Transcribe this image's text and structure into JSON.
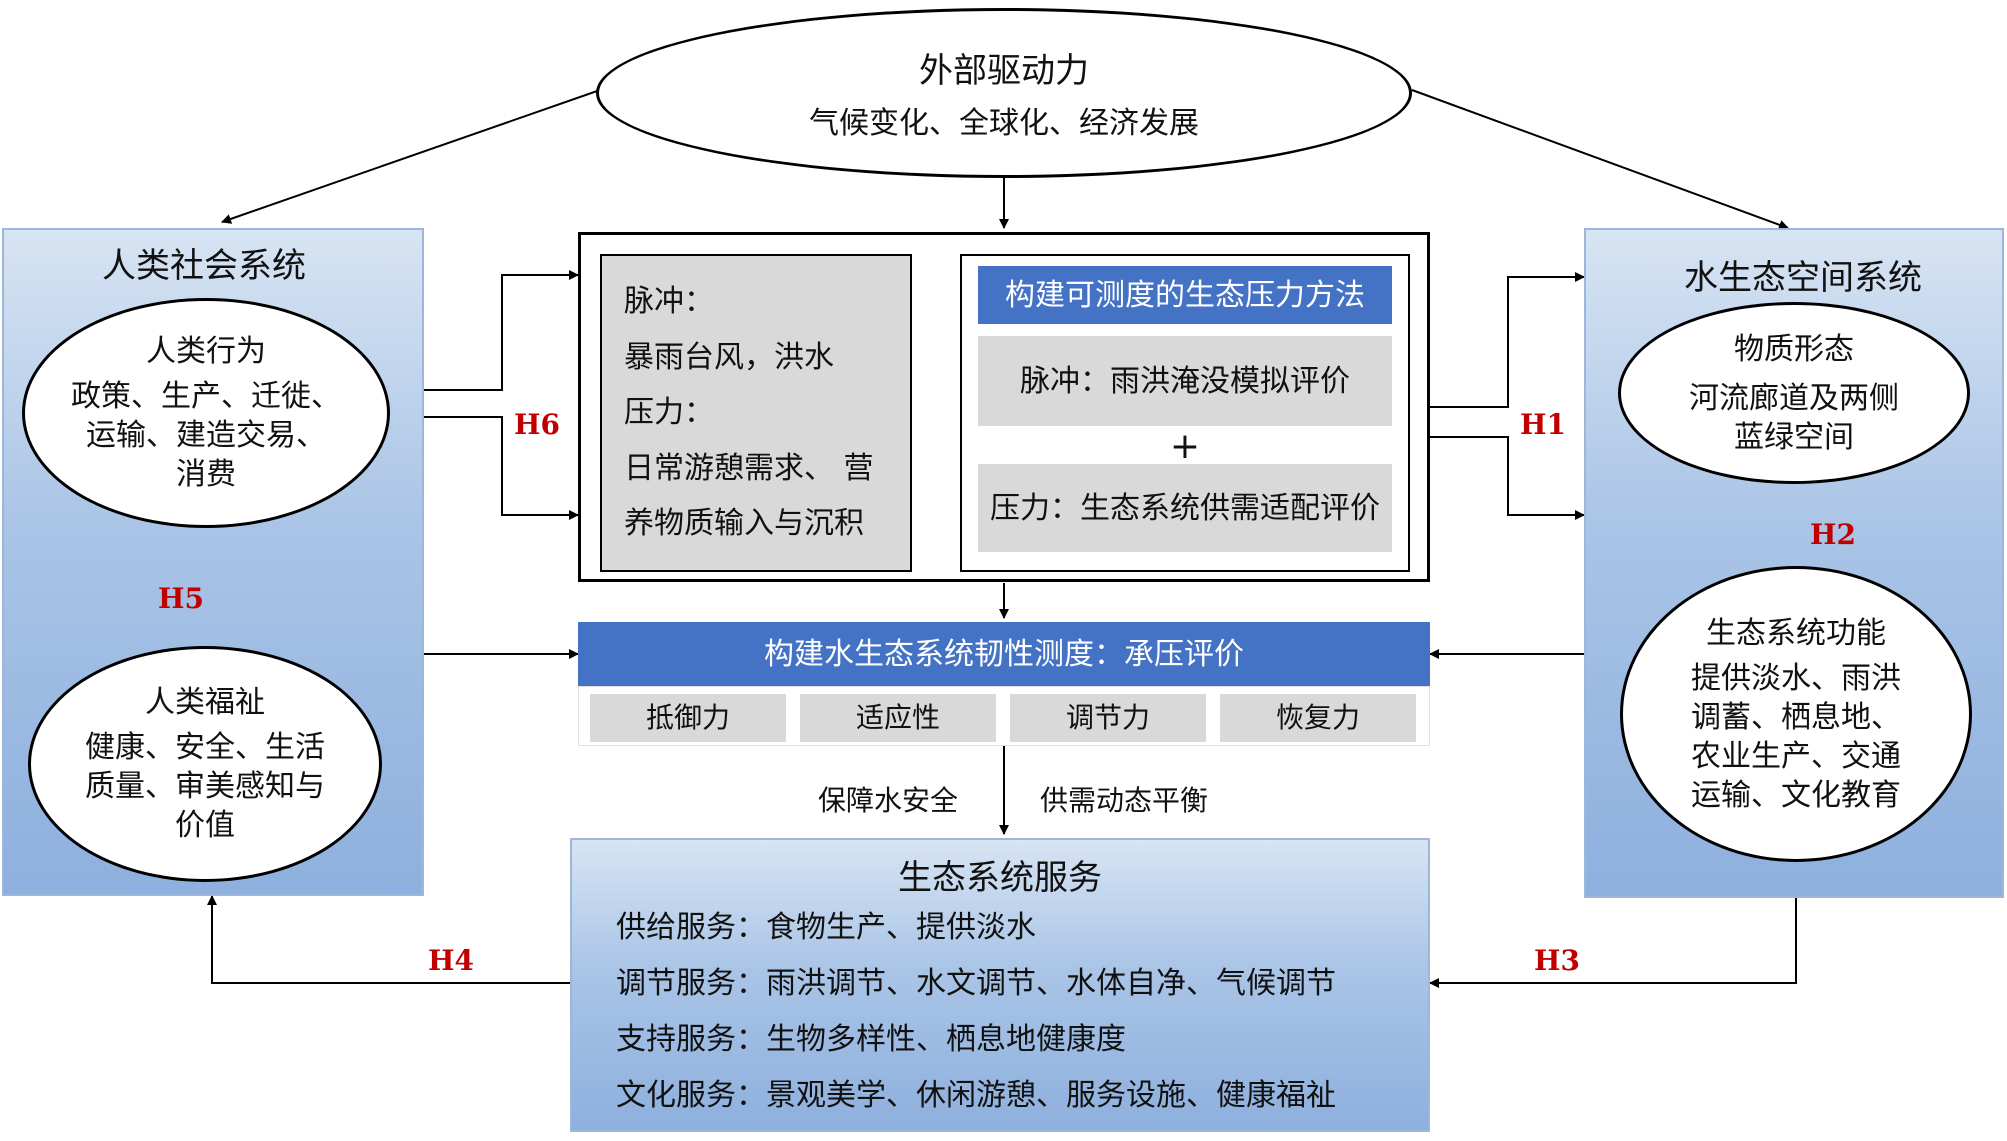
{
  "external": {
    "title": "外部驱动力",
    "subtitle": "气候变化、全球化、经济发展"
  },
  "human_system": {
    "title": "人类社会系统",
    "behavior": {
      "title": "人类行为",
      "lines": [
        "政策、生产、迁徙、",
        "运输、建造交易、",
        "消费"
      ]
    },
    "wellbeing": {
      "title": "人类福祉",
      "lines": [
        "健康、安全、生活",
        "质量、审美感知与",
        "价值"
      ]
    }
  },
  "water_system": {
    "title": "水生态空间系统",
    "form": {
      "title": "物质形态",
      "lines": [
        "河流廊道及两侧",
        "蓝绿空间"
      ]
    },
    "function": {
      "title": "生态系统功能",
      "lines": [
        "提供淡水、雨洪",
        "调蓄、栖息地、",
        "农业生产、交通",
        "运输、文化教育"
      ]
    }
  },
  "pulse_pressure": {
    "lines": [
      "脉冲：",
      "暴雨台风，洪水",
      "压力：",
      "日常游憩需求、 营",
      "养物质输入与沉积"
    ]
  },
  "method": {
    "title": "构建可测度的生态压力方法",
    "pulse": "脉冲：雨洪淹没模拟评价",
    "plus": "+",
    "pressure": "压力：生态系统供需适配评价"
  },
  "resilience": {
    "title": "构建水生态系统韧性测度：承压评价",
    "items": [
      "抵御力",
      "适应性",
      "调节力",
      "恢复力"
    ]
  },
  "flow_labels": {
    "left": "保障水安全",
    "right": "供需动态平衡"
  },
  "services": {
    "title": "生态系统服务",
    "rows": [
      "供给服务：食物生产、提供淡水",
      "调节服务：雨洪调节、水文调节、水体自净、气候调节",
      "支持服务：生物多样性、栖息地健康度",
      "文化服务：景观美学、休闲游憩、服务设施、健康福祉"
    ]
  },
  "hypotheses": {
    "h1": "H1",
    "h2": "H2",
    "h3": "H3",
    "h4": "H4",
    "h5": "H5",
    "h6": "H6"
  },
  "colors": {
    "panel_blue": "#8eb0de",
    "bar_blue": "#4472c4",
    "gray": "#d9d9d9",
    "h_red": "#c00000"
  }
}
